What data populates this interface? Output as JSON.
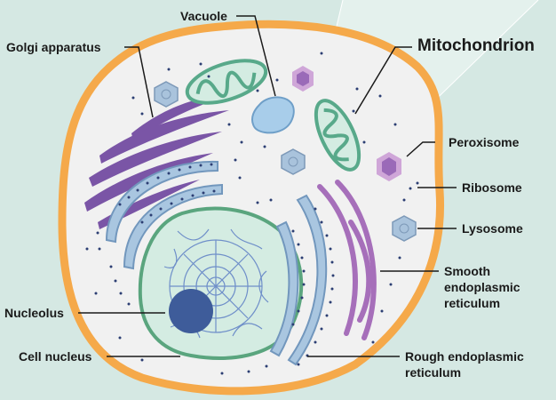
{
  "colors": {
    "background": "#d5e8e3",
    "membrane": "#f5a94a",
    "cytoplasm": "#f1f1f1",
    "nucleus_fill": "#d4ece2",
    "nucleus_border": "#5aa57e",
    "nucleolus": "#3e5c9a",
    "chromatin": "#6f8fc9",
    "mitochondrion": "#58a98a",
    "golgi": "#7a55a6",
    "smooth_er": "#a66fba",
    "rough_er_fill": "#a9c6e0",
    "rough_er_stroke": "#7297bd",
    "peroxisome_outer": "#cfa6d8",
    "peroxisome_inner": "#9a6ab8",
    "lysosome_fill": "#a9c3dc",
    "vacuole_fill": "#a8cdea",
    "ribosome": "#2c3e73"
  },
  "labels": {
    "vacuole": "Vacuole",
    "golgi": "Golgi apparatus",
    "mitochondrion": "Mitochondrion",
    "peroxisome": "Peroxisome",
    "ribosome": "Ribosome",
    "lysosome": "Lysosome",
    "smooth_er": "Smooth endoplasmic reticulum",
    "nucleolus": "Nucleolus",
    "cell_nucleus": "Cell nucleus",
    "rough_er": "Rough endoplasmic reticulum"
  }
}
